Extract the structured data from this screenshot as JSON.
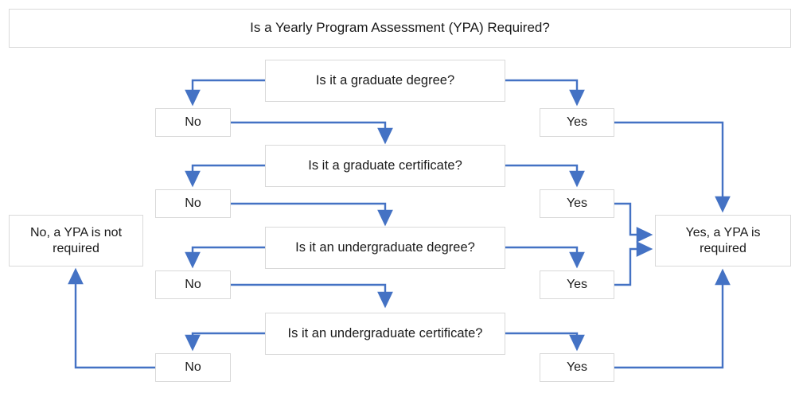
{
  "diagram": {
    "title": "Is a Yearly Program Assessment (YPA) Required?",
    "accent_color": "#4472C4",
    "box_border_color": "#D9D9D9",
    "box_fill_color": "#FFFFFF",
    "text_color": "#1A1A1A",
    "decisions": [
      {
        "id": "q1",
        "label": "Is it a graduate degree?"
      },
      {
        "id": "q2",
        "label": "Is it a graduate certificate?"
      },
      {
        "id": "q3",
        "label": "Is it an undergraduate degree?"
      },
      {
        "id": "q4",
        "label": "Is it an undergraduate certificate?"
      }
    ],
    "no_branches": [
      {
        "id": "no1",
        "label": "No"
      },
      {
        "id": "no2",
        "label": "No"
      },
      {
        "id": "no3",
        "label": "No"
      },
      {
        "id": "no4",
        "label": "No"
      }
    ],
    "yes_branches": [
      {
        "id": "yes1",
        "label": "Yes"
      },
      {
        "id": "yes2",
        "label": "Yes"
      },
      {
        "id": "yes3",
        "label": "Yes"
      },
      {
        "id": "yes4",
        "label": "Yes"
      }
    ],
    "outcomes": [
      {
        "id": "outcome-no",
        "label": "No, a YPA is not required"
      },
      {
        "id": "outcome-yes",
        "label": "Yes, a YPA is required"
      }
    ]
  }
}
